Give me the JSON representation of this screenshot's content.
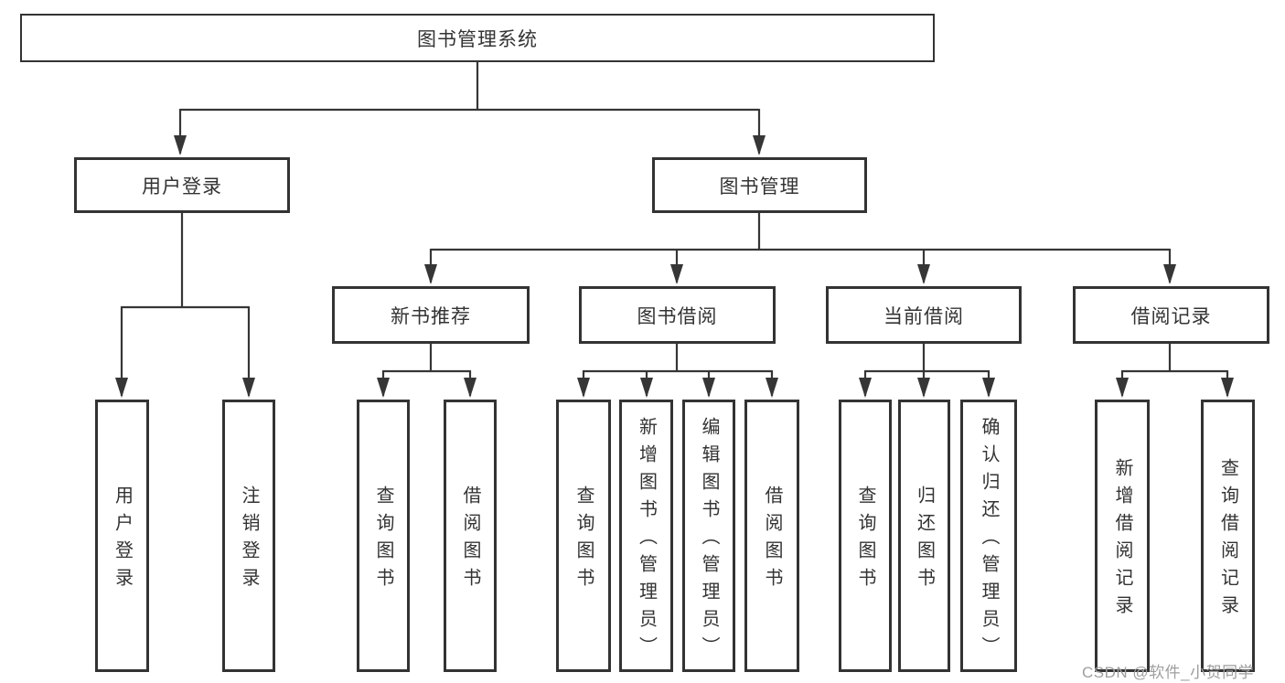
{
  "diagram": {
    "root": {
      "label": "图书管理系统"
    },
    "branches": [
      {
        "label": "用户登录",
        "children": [
          {
            "label": "用户登录"
          },
          {
            "label": "注销登录"
          }
        ]
      },
      {
        "label": "图书管理",
        "children": [
          {
            "label": "新书推荐",
            "children": [
              {
                "label": "查询图书"
              },
              {
                "label": "借阅图书"
              }
            ]
          },
          {
            "label": "图书借阅",
            "children": [
              {
                "label": "查询图书"
              },
              {
                "label": "新增图书（管理员）"
              },
              {
                "label": "编辑图书（管理员）"
              },
              {
                "label": "借阅图书"
              }
            ]
          },
          {
            "label": "当前借阅",
            "children": [
              {
                "label": "查询图书"
              },
              {
                "label": "归还图书"
              },
              {
                "label": "确认归还（管理员）"
              }
            ]
          },
          {
            "label": "借阅记录",
            "children": [
              {
                "label": "新增借阅记录"
              },
              {
                "label": "查询借阅记录"
              }
            ]
          }
        ]
      }
    ]
  },
  "watermark": {
    "text": "CSDN @软件_小贺同学",
    "color": "#9e9e9e"
  },
  "colors": {
    "line": "#363636",
    "box_border": "#333333",
    "text": "#333333",
    "background": "#ffffff"
  }
}
